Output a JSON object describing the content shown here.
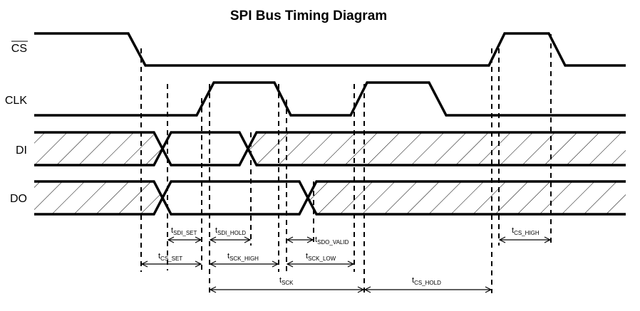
{
  "title": "SPI Bus Timing Diagram",
  "signals": {
    "cs": "CS",
    "clk": "CLK",
    "di": "DI",
    "do": "DO"
  },
  "timings": [
    {
      "main": "t",
      "sub": "SDI_SET"
    },
    {
      "main": "t",
      "sub": "SDI_HOLD"
    },
    {
      "main": "t",
      "sub": "SDO_VALID"
    },
    {
      "main": "t",
      "sub": "CS_HIGH"
    },
    {
      "main": "t",
      "sub": "CS_SET"
    },
    {
      "main": "t",
      "sub": "SCK_HIGH"
    },
    {
      "main": "t",
      "sub": "SCK_LOW"
    },
    {
      "main": "t",
      "sub": "SCK"
    },
    {
      "main": "t",
      "sub": "CS_HOLD"
    }
  ]
}
